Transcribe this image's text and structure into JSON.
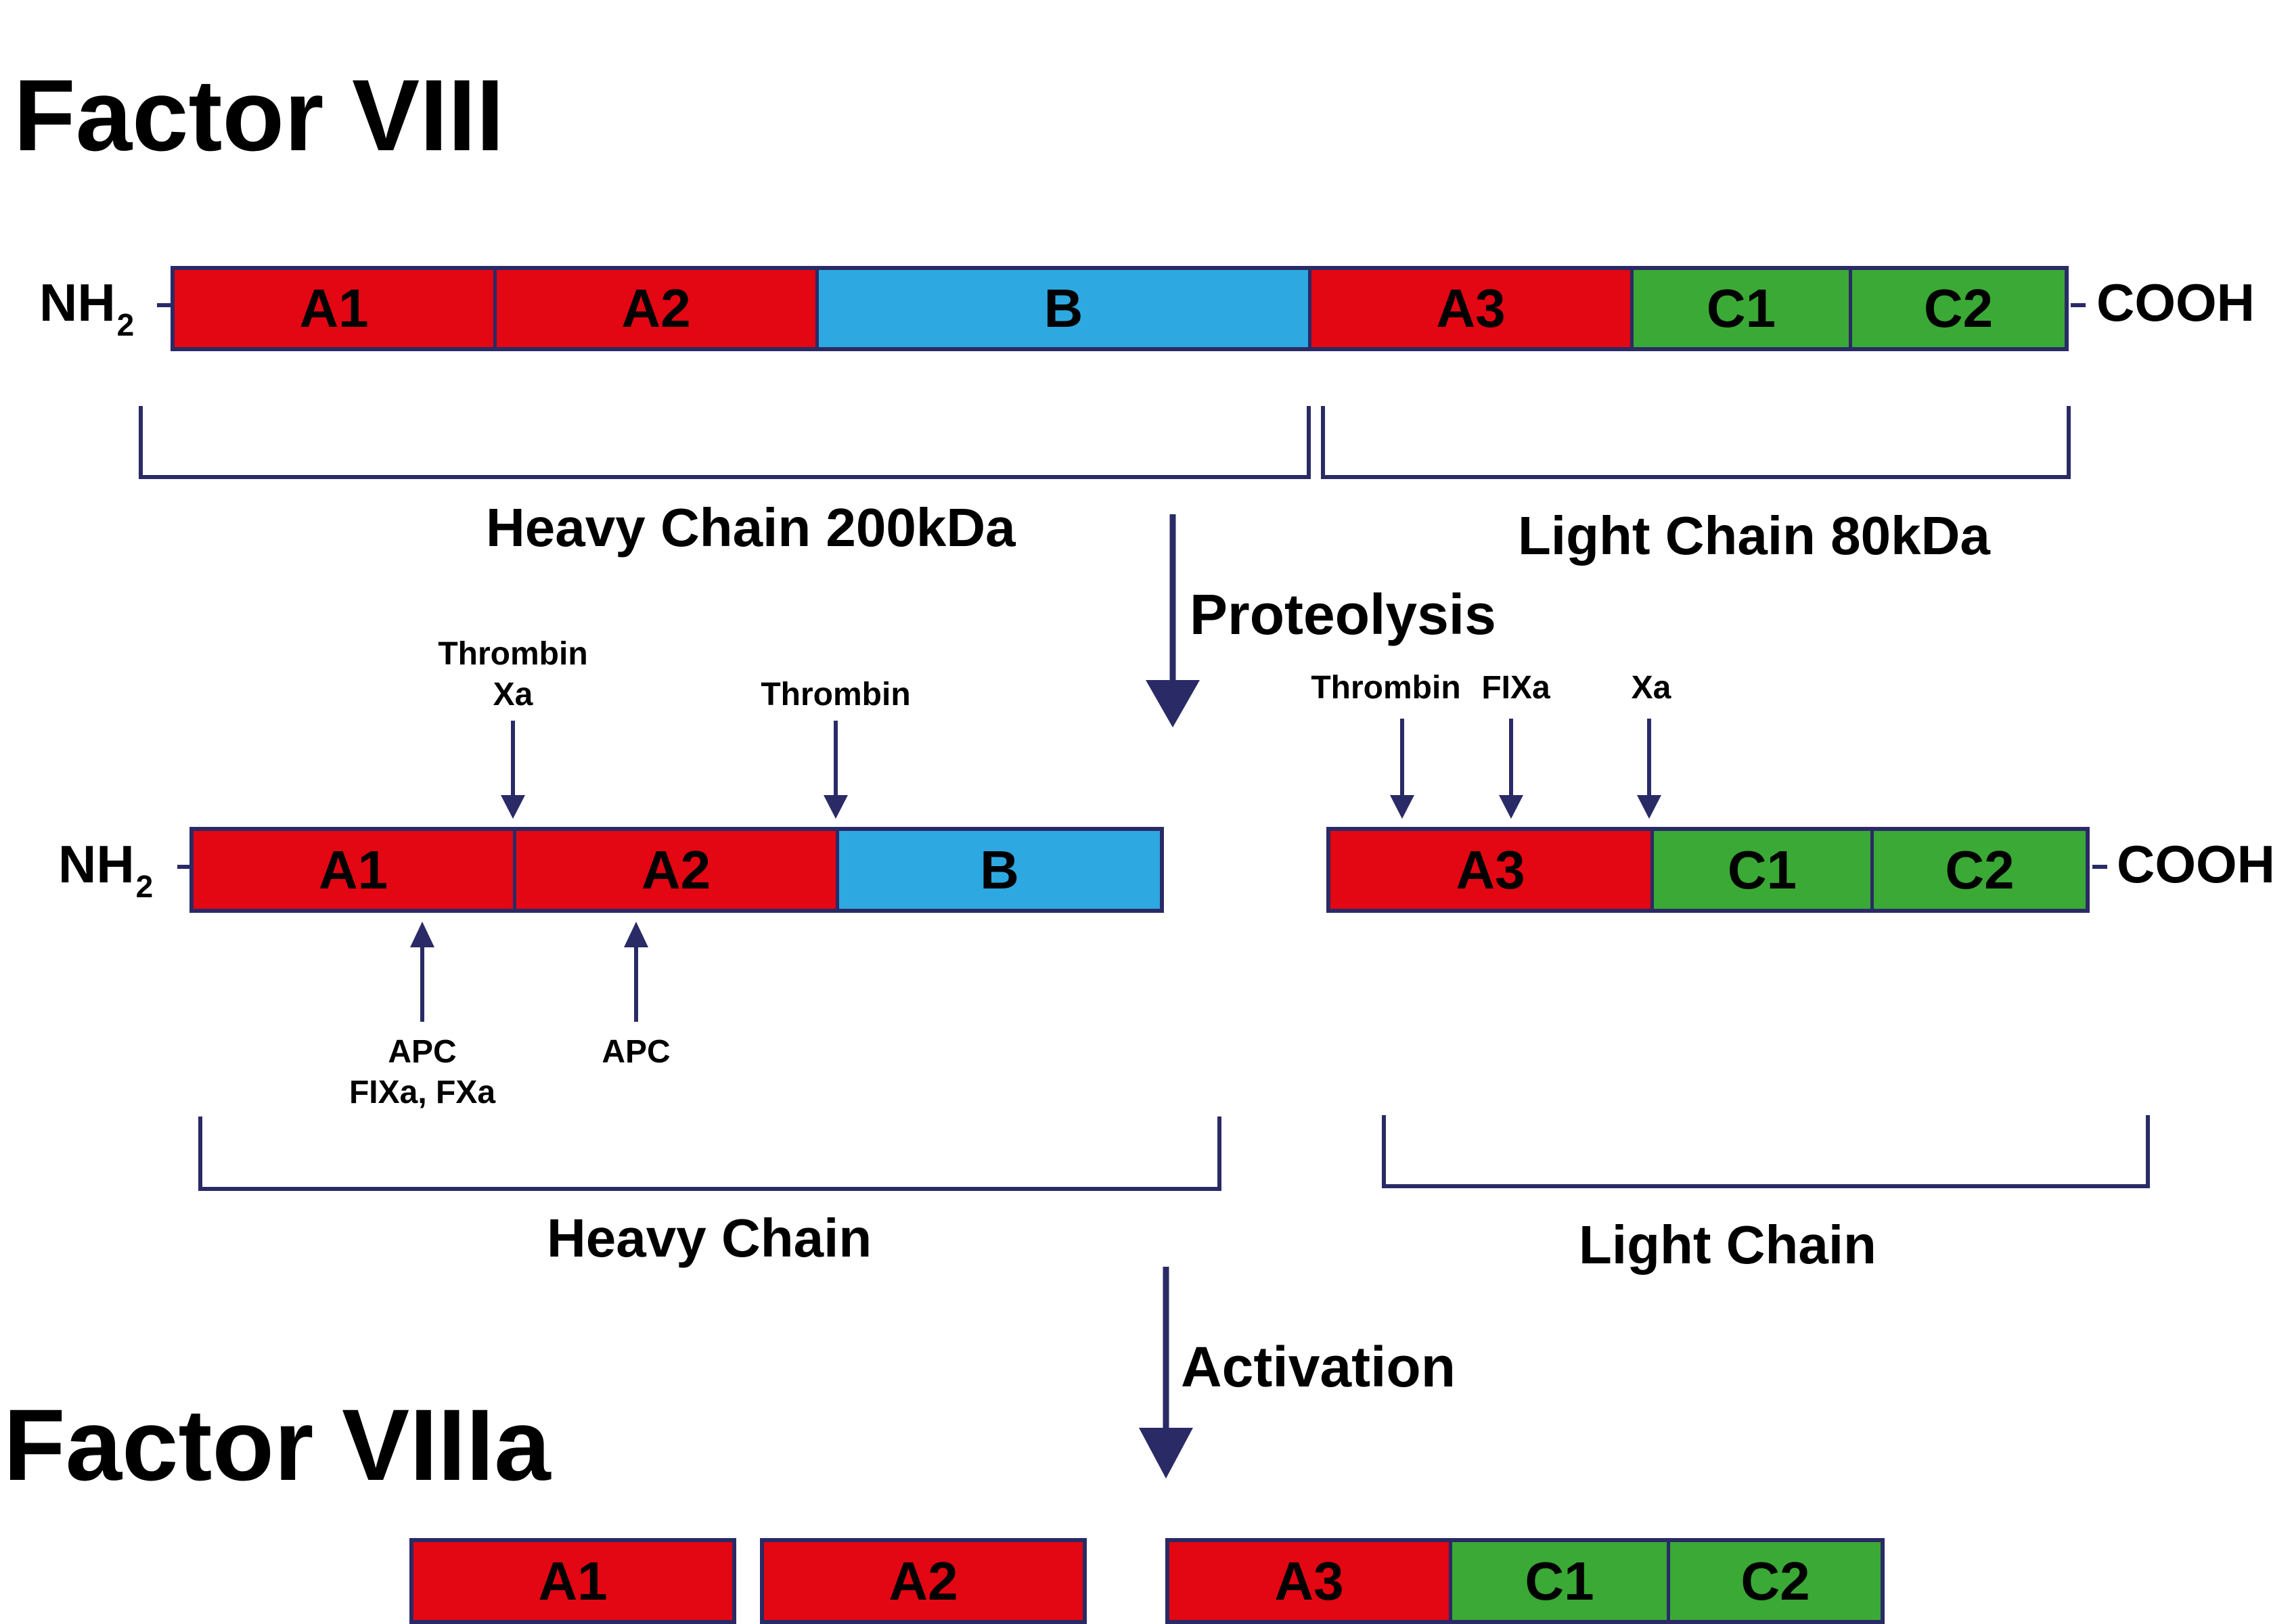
{
  "title_factor_viii": "Factor VIII",
  "title_factor_viiia": "Factor VIIIa",
  "terminus": {
    "n": "NH",
    "n_sub": "2",
    "c": "COOH"
  },
  "full_chain": {
    "domains": [
      "A1",
      "A2",
      "B",
      "A3",
      "C1",
      "C2"
    ]
  },
  "heavy_chain_label_1": "Heavy Chain 200kDa",
  "light_chain_label_1": "Light Chain 80kDa",
  "step_1": "Proteolysis",
  "step_2": "Activation",
  "heavy_fragment": {
    "domains": [
      "A1",
      "A2",
      "B"
    ]
  },
  "light_fragment": {
    "domains": [
      "A3",
      "C1",
      "C2"
    ]
  },
  "cleavage_sites_top": [
    {
      "line1": "Thrombin",
      "line2": "Xa"
    },
    {
      "line1": "Thrombin",
      "line2": ""
    },
    {
      "line1": "Thrombin",
      "line2": ""
    },
    {
      "line1": "FIXa",
      "line2": ""
    },
    {
      "line1": "Xa",
      "line2": ""
    }
  ],
  "cleavage_sites_bottom": [
    {
      "line1": "APC",
      "line2": "FIXa, FXa"
    },
    {
      "line1": "APC",
      "line2": ""
    }
  ],
  "heavy_chain_label_2": "Heavy Chain",
  "light_chain_label_2": "Light Chain",
  "activated": {
    "a1": "A1",
    "a2": "A2",
    "domains": [
      "A3",
      "C1",
      "C2"
    ]
  },
  "colors": {
    "heavy_a": "#e30613",
    "b_domain": "#2ea8e1",
    "c_domain": "#3aa935",
    "outline": "#2a2a66"
  }
}
